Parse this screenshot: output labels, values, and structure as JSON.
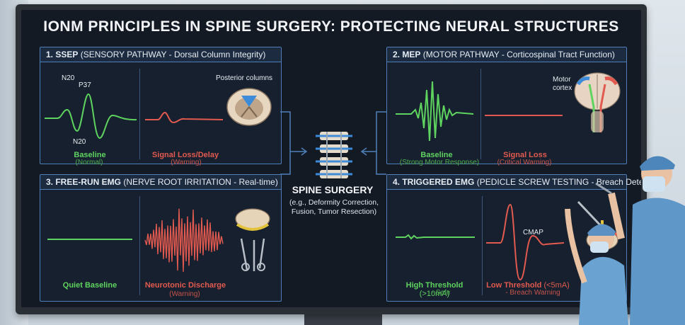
{
  "title": "IONM PRINCIPLES IN SPINE SURGERY: PROTECTING NEURAL STRUCTURES",
  "ssep": {
    "number": "1. SSEP",
    "subtitle": "(SENSORY PATHWAY - Dorsal Column Integrity)",
    "peak_n20_top": "N20",
    "peak_p37": "P37",
    "peak_n20_bottom": "N20",
    "anatomy_label": "Posterior columns",
    "baseline_label": "Baseline",
    "baseline_sub": "(Normal)",
    "loss_label": "Signal Loss/Delay",
    "loss_sub": "(Warning)"
  },
  "mep": {
    "number": "2. MEP",
    "subtitle": "(MOTOR PATHWAY - Corticospinal Tract Function)",
    "anatomy_label_1": "Motor",
    "anatomy_label_2": "cortex",
    "baseline_label": "Baseline",
    "baseline_sub": "(Strong Motor Response)",
    "loss_label": "Signal Loss",
    "loss_sub": "(Critical Warning)"
  },
  "emg": {
    "number": "3. FREE-RUN EMG",
    "subtitle": "(NERVE ROOT IRRITATION - Real-time)",
    "quiet_label": "Quiet Baseline",
    "discharge_label": "Neurotonic Discharge",
    "discharge_sub": "(Warning)"
  },
  "temg": {
    "number": "4. TRIGGERED EMG",
    "subtitle": "(PEDICLE SCREW TESTING - Breach Detection)",
    "cmap_label": "CMAP",
    "high_label": "High Threshold",
    "high_value": "(>10mA)",
    "high_sub": "- Safe",
    "low_label": "Low Threshold",
    "low_value": "(<5mA)",
    "low_sub": "- Breach Warning"
  },
  "center": {
    "title": "SPINE SURGERY",
    "sub_1": "(e.g., Deformity Correction,",
    "sub_2": "Fusion, Tumor Resection)"
  },
  "colors": {
    "panel_border": "#4f7fb8",
    "normal": "#5fd35f",
    "warning": "#e25a4f",
    "screen": "#141a24"
  }
}
